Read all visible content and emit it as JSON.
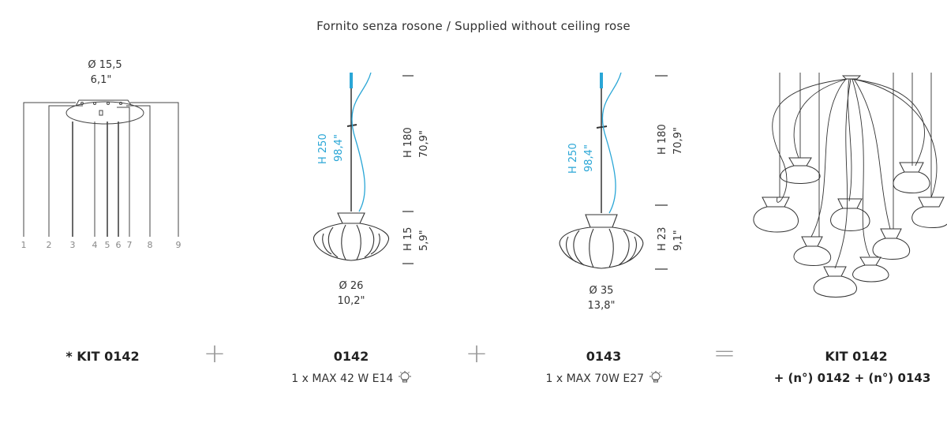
{
  "header": {
    "note": "Fornito senza rosone / Supplied without ceiling rose"
  },
  "rose": {
    "diameter_cm": "Ø 15,5",
    "diameter_in": "6,1\"",
    "wire_numbers": [
      "1",
      "2",
      "3",
      "4",
      "5",
      "6",
      "7",
      "8",
      "9"
    ]
  },
  "lamp_0142": {
    "height_cable_cm": "H 250",
    "height_cable_in": "98,4\"",
    "height_total_cm": "H 180",
    "height_total_in": "70,9\"",
    "height_glass_cm": "H 15",
    "height_glass_in": "5,9\"",
    "diameter_cm": "Ø 26",
    "diameter_in": "10,2\""
  },
  "lamp_0143": {
    "height_cable_cm": "H 250",
    "height_cable_in": "98,4\"",
    "height_total_cm": "H 180",
    "height_total_in": "70,9\"",
    "height_glass_cm": "H 23",
    "height_glass_in": "9,1\"",
    "diameter_cm": "Ø 35",
    "diameter_in": "13,8\""
  },
  "labels": {
    "kit": "* KIT 0142",
    "plus1": "+",
    "model_0142": "0142",
    "spec_0142": "1 x MAX 42 W E14",
    "plus2": "+",
    "model_0143": "0143",
    "spec_0143": "1 x MAX 70W E27",
    "equals": "=",
    "result_title": "KIT 0142",
    "result_sub": "+ (n°) 0142 + (n°) 0143"
  },
  "colors": {
    "cable": "#2aa6d6",
    "line": "#333333",
    "operator": "#999999"
  },
  "icons": {
    "bulb": "bulb-icon"
  }
}
